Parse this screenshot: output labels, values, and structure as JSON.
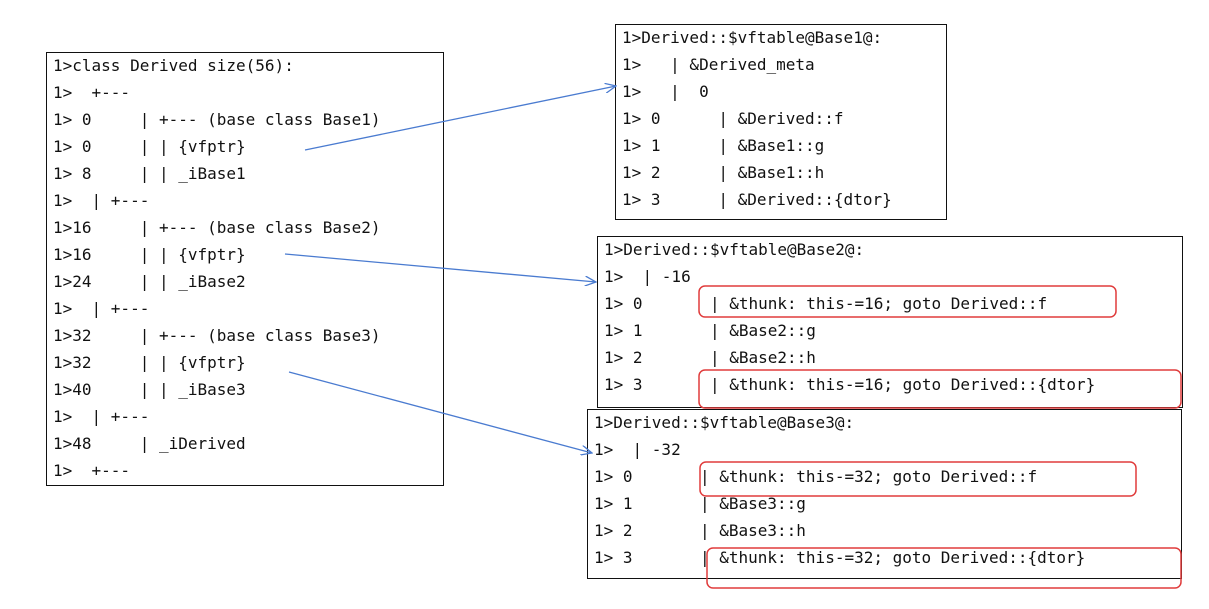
{
  "layout_left": {
    "title": "1>class Derived size(56):",
    "lines": [
      "1>  +---",
      "1> 0     | +--- (base class Base1)",
      "1> 0     | | {vfptr}",
      "1> 8     | | _iBase1",
      "1>  | +---",
      "1>16     | +--- (base class Base2)",
      "1>16     | | {vfptr}",
      "1>24     | | _iBase2",
      "1>  | +---",
      "1>32     | +--- (base class Base3)",
      "1>32     | | {vfptr}",
      "1>40     | | _iBase3",
      "1>  | +---",
      "1>48     | _iDerived",
      "1>  +---"
    ]
  },
  "vftable_base1": {
    "title": "1>Derived::$vftable@Base1@:",
    "lines": [
      "1>   | &Derived_meta",
      "1>   |  0",
      "1> 0      | &Derived::f",
      "1> 1      | &Base1::g",
      "1> 2      | &Base1::h",
      "1> 3      | &Derived::{dtor}"
    ]
  },
  "vftable_base2": {
    "title": "1>Derived::$vftable@Base2@:",
    "lines": [
      "1>  | -16",
      "1> 0       | &thunk: this-=16; goto Derived::f",
      "1> 1       | &Base2::g",
      "1> 2       | &Base2::h",
      "1> 3       | &thunk: this-=16; goto Derived::{dtor}"
    ]
  },
  "vftable_base3": {
    "title": "1>Derived::$vftable@Base3@:",
    "lines": [
      "1>  | -32",
      "1> 0       | &thunk: this-=32; goto Derived::f",
      "1> 1       | &Base3::g",
      "1> 2       | &Base3::h",
      "1> 3       | &thunk: this-=32; goto Derived::{dtor}"
    ]
  },
  "colors": {
    "arrow": "#4a7bd0",
    "highlight": "#e03c3c",
    "border": "#111111"
  }
}
